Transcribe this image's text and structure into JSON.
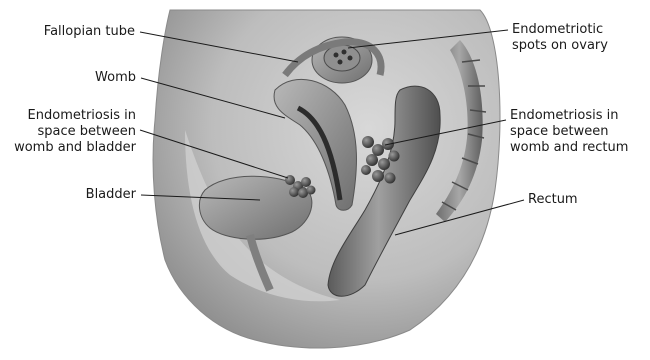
{
  "labels": {
    "fallopian_tube": "Fallopian tube",
    "womb": "Womb",
    "endo_womb_bladder": "Endometriosis in\nspace between\nwomb and bladder",
    "bladder": "Bladder",
    "endo_ovary": "Endometriotic\nspots on ovary",
    "endo_womb_rectum": "Endometriosis in\nspace between\nwomb and rectum",
    "rectum": "Rectum"
  }
}
